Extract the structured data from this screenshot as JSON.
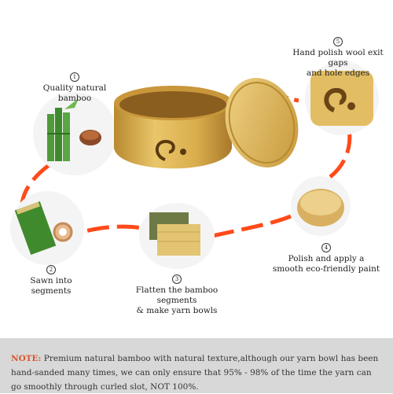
{
  "steps": [
    {
      "number": "1",
      "label": "Quality natural bamboo"
    },
    {
      "number": "2",
      "label": "Sawn into segments"
    },
    {
      "number": "3",
      "label_line1": "Flatten the bamboo segments",
      "label_line2": "& make yarn bowls"
    },
    {
      "number": "4",
      "label_line1": "Polish and apply a",
      "label_line2": "smooth eco-friendly paint"
    },
    {
      "number": "5",
      "label_line1": "Hand polish wool exit gaps",
      "label_line2": "and hole edges"
    }
  ],
  "note": {
    "lead": "NOTE:",
    "text": " Premium natural bamboo with natural texture,although our yarn bowl has been hand-sanded many times, we can only ensure that 95% - 98% of the time the yarn can go smoothly through curled slot, NOT 100%."
  },
  "colors": {
    "accent_line": "#ff4a1a",
    "bamboo_light": "#e9c66a",
    "bamboo_dark": "#b9892e",
    "note_bg": "#d8d8d8",
    "note_lead": "#d9542b"
  }
}
